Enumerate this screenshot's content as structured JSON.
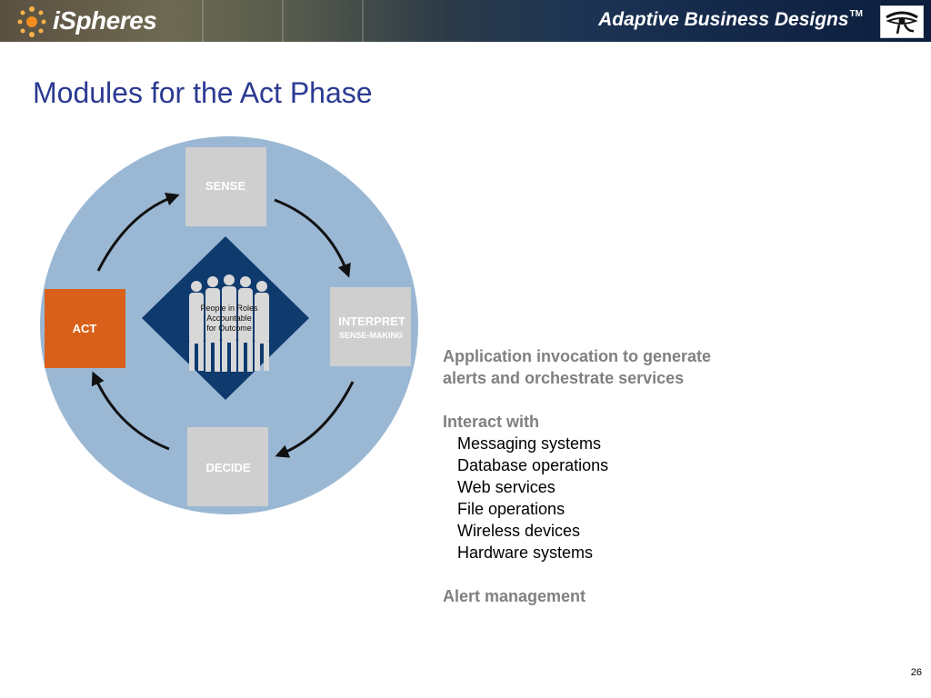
{
  "header": {
    "logo_text": "iSpheres",
    "brand_name": "Adaptive Business Designs",
    "brand_tm": "TM",
    "logo_icon": "ispheres-dots-logo",
    "brand_icon": "eye-of-horus-icon"
  },
  "slide": {
    "title": "Modules for the Act Phase",
    "page_number": "26"
  },
  "diagram": {
    "sense": "SENSE",
    "interpret": "INTERPRET",
    "interpret_sub": "SENSE-MAKING",
    "decide": "DECIDE",
    "act": "ACT",
    "center_line1": "People in Roles",
    "center_line2": "Accountable",
    "center_line3": "for Outcome",
    "colors": {
      "circle": "#9ab8d4",
      "box": "#cfcfcf",
      "act_box": "#d9601a",
      "diamond": "#0e3a6e"
    }
  },
  "content": {
    "heading1_line1": "Application invocation to generate",
    "heading1_line2": "alerts and orchestrate services",
    "heading2": "Interact with",
    "items": [
      "Messaging systems",
      "Database operations",
      "Web services",
      "File operations",
      "Wireless devices",
      "Hardware systems"
    ],
    "heading3": "Alert management"
  }
}
